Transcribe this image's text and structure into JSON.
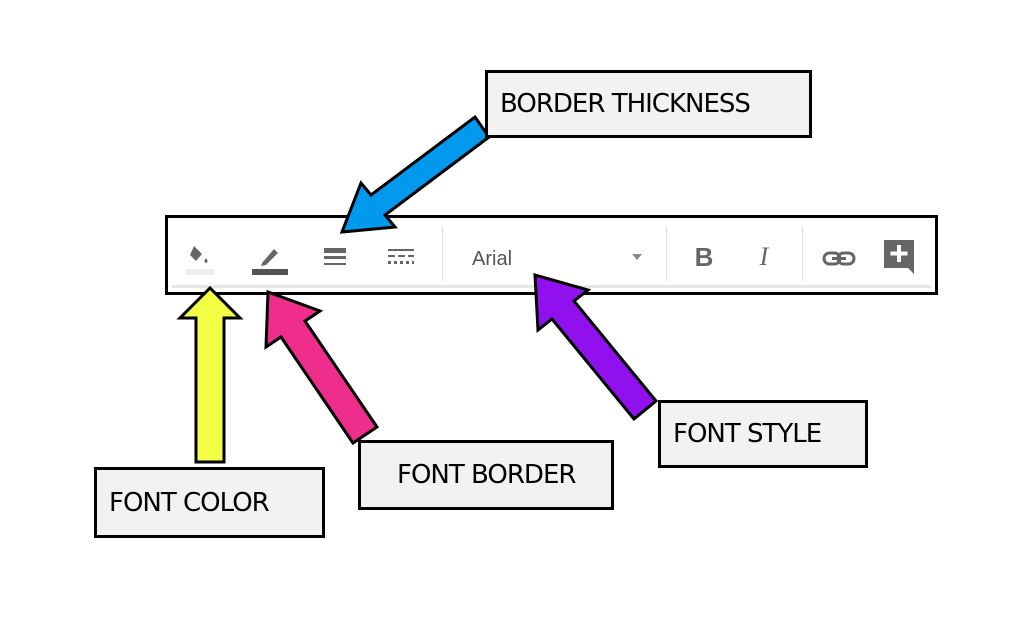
{
  "toolbar": {
    "font_name": "Arial",
    "bold_label": "B",
    "italic_label": "I"
  },
  "labels": {
    "border_thickness": "BORDER THICKNESS",
    "font_style": "FONT STYLE",
    "font_border": "FONT BORDER",
    "font_color": "FONT COLOR"
  },
  "colors": {
    "blue_arrow": "#0099ee",
    "yellow_arrow": "#f3ff45",
    "pink_arrow": "#ee2e8a",
    "purple_arrow": "#9010ee"
  }
}
